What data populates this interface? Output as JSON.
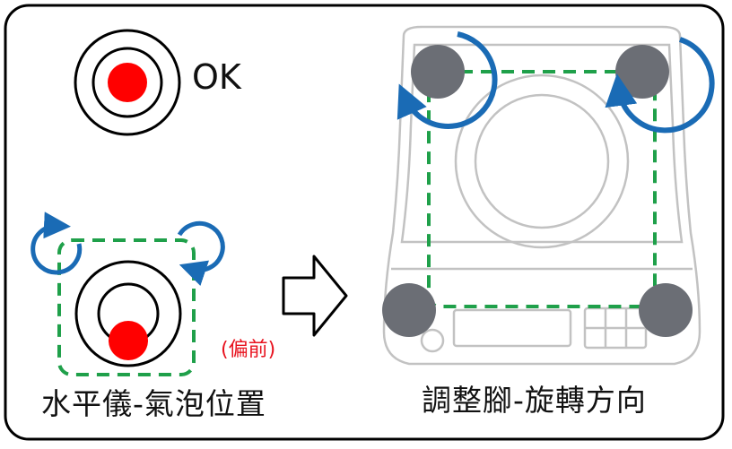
{
  "labels": {
    "ok": "OK",
    "forward": "(偏前)",
    "level_caption": "水平儀-氣泡位置",
    "feet_caption": "調整腳-旋轉方向"
  },
  "colors": {
    "bubble": "#ff0000",
    "rotation_arrow": "#1a6bb5",
    "guide_dashed": "#1fa04a",
    "foot": "#6b6e75",
    "scale_outline": "#c0c0c0",
    "frame": "#000000"
  },
  "icons": {
    "transition": "right-arrow-outline-icon",
    "rotation": "circular-arrow-icon"
  }
}
